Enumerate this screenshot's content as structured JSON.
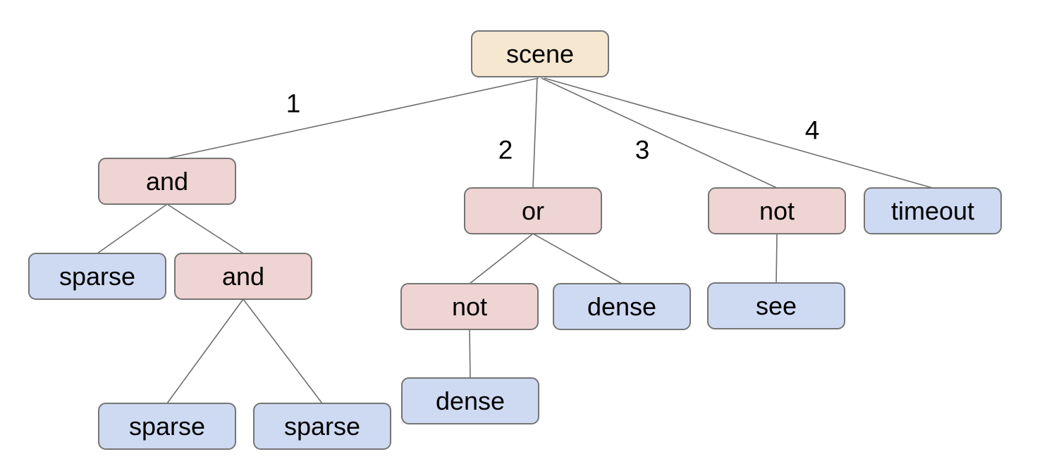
{
  "diagram": {
    "type": "tree",
    "background": "#ffffff",
    "colors": {
      "root_fill": "#f5e7d0",
      "operator_fill": "#eed4d2",
      "leaf_fill": "#cedaf2",
      "node_border": "#757575",
      "edge_line": "#6e6e6e",
      "text": "#000000"
    }
  },
  "tree": {
    "label": "scene",
    "kind": "root",
    "children": [
      {
        "edge": "1",
        "label": "and",
        "kind": "operator",
        "children": [
          {
            "label": "sparse",
            "kind": "leaf"
          },
          {
            "label": "and",
            "kind": "operator",
            "children": [
              {
                "label": "sparse",
                "kind": "leaf"
              },
              {
                "label": "sparse",
                "kind": "leaf"
              }
            ]
          }
        ]
      },
      {
        "edge": "2",
        "label": "or",
        "kind": "operator",
        "children": [
          {
            "label": "not",
            "kind": "operator",
            "children": [
              {
                "label": "dense",
                "kind": "leaf"
              }
            ]
          },
          {
            "label": "dense",
            "kind": "leaf"
          }
        ]
      },
      {
        "edge": "3",
        "label": "not",
        "kind": "operator",
        "children": [
          {
            "label": "see",
            "kind": "leaf"
          }
        ]
      },
      {
        "edge": "4",
        "label": "timeout",
        "kind": "leaf",
        "children": []
      }
    ]
  }
}
